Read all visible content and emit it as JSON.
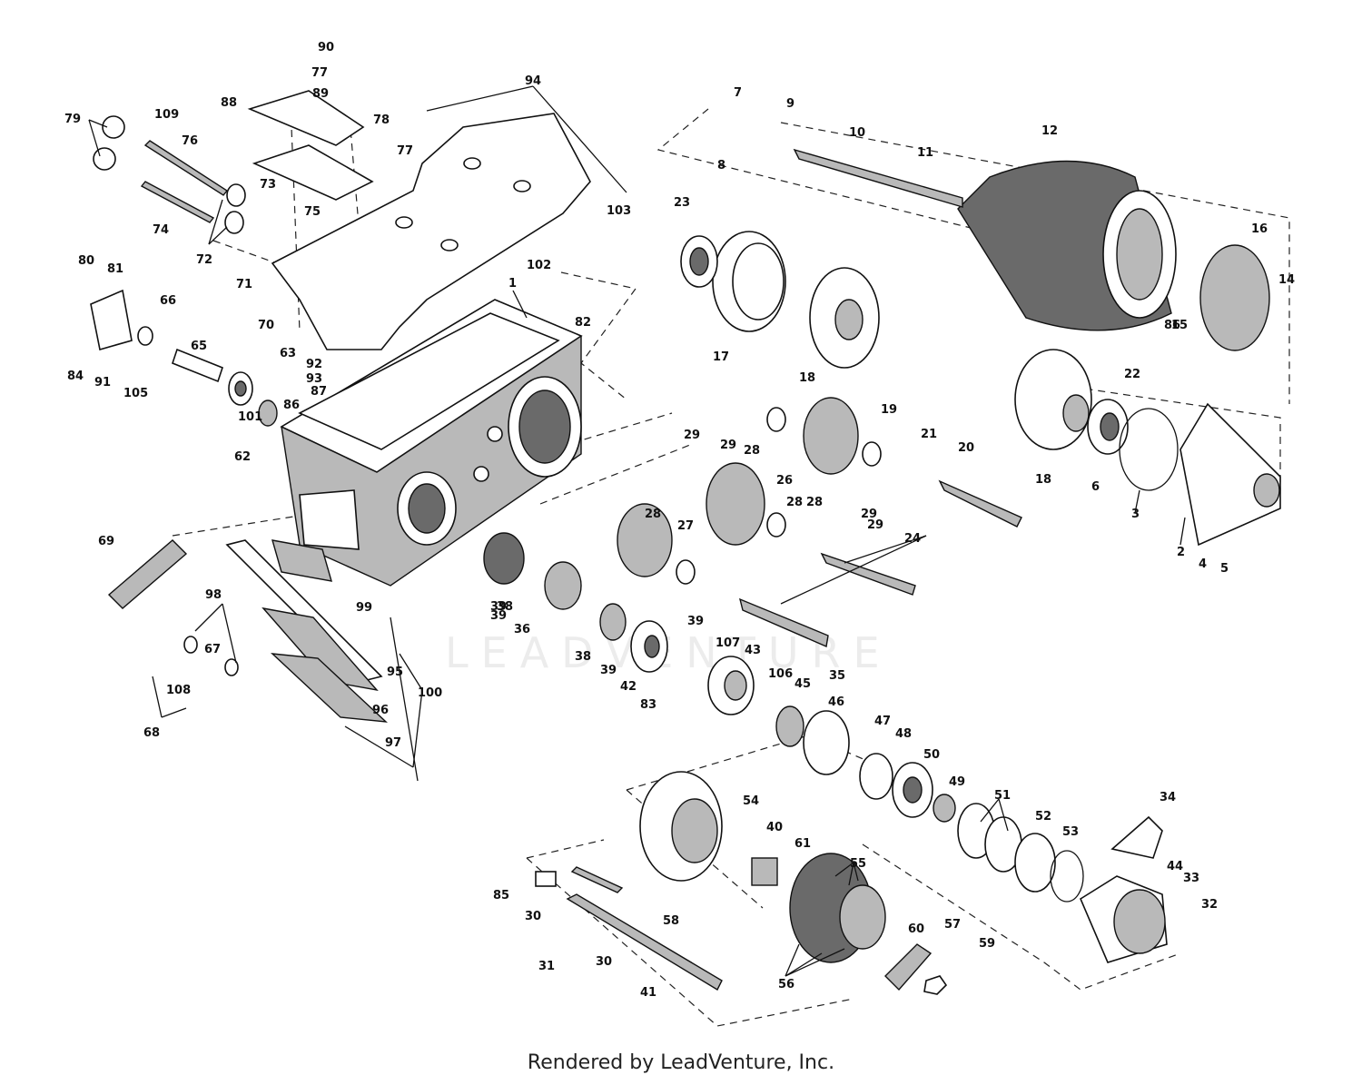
{
  "watermark": "LEADVENTURE",
  "footer": "Rendered by LeadVenture, Inc.",
  "callouts": [
    "1",
    "2",
    "3",
    "4",
    "5",
    "6",
    "7",
    "8",
    "9",
    "10",
    "11",
    "12",
    "14",
    "15",
    "16",
    "17",
    "18",
    "18",
    "19",
    "20",
    "21",
    "22",
    "23",
    "24",
    "26",
    "27",
    "28",
    "28",
    "28",
    "28",
    "29",
    "29",
    "29",
    "29",
    "30",
    "30",
    "31",
    "32",
    "33",
    "34",
    "35",
    "36",
    "38",
    "38",
    "39",
    "39",
    "39",
    "39",
    "40",
    "41",
    "42",
    "43",
    "44",
    "45",
    "46",
    "47",
    "48",
    "49",
    "50",
    "51",
    "52",
    "53",
    "54",
    "55",
    "56",
    "57",
    "58",
    "59",
    "60",
    "61",
    "62",
    "63",
    "65",
    "66",
    "67",
    "68",
    "69",
    "70",
    "71",
    "72",
    "73",
    "74",
    "75",
    "76",
    "77",
    "77",
    "78",
    "79",
    "80",
    "81",
    "82",
    "83",
    "84",
    "85",
    "86",
    "86",
    "87",
    "88",
    "89",
    "90",
    "91",
    "92",
    "93",
    "94",
    "95",
    "96",
    "97",
    "98",
    "99",
    "100",
    "101",
    "102",
    "103",
    "105",
    "106",
    "107",
    "108",
    "109"
  ]
}
